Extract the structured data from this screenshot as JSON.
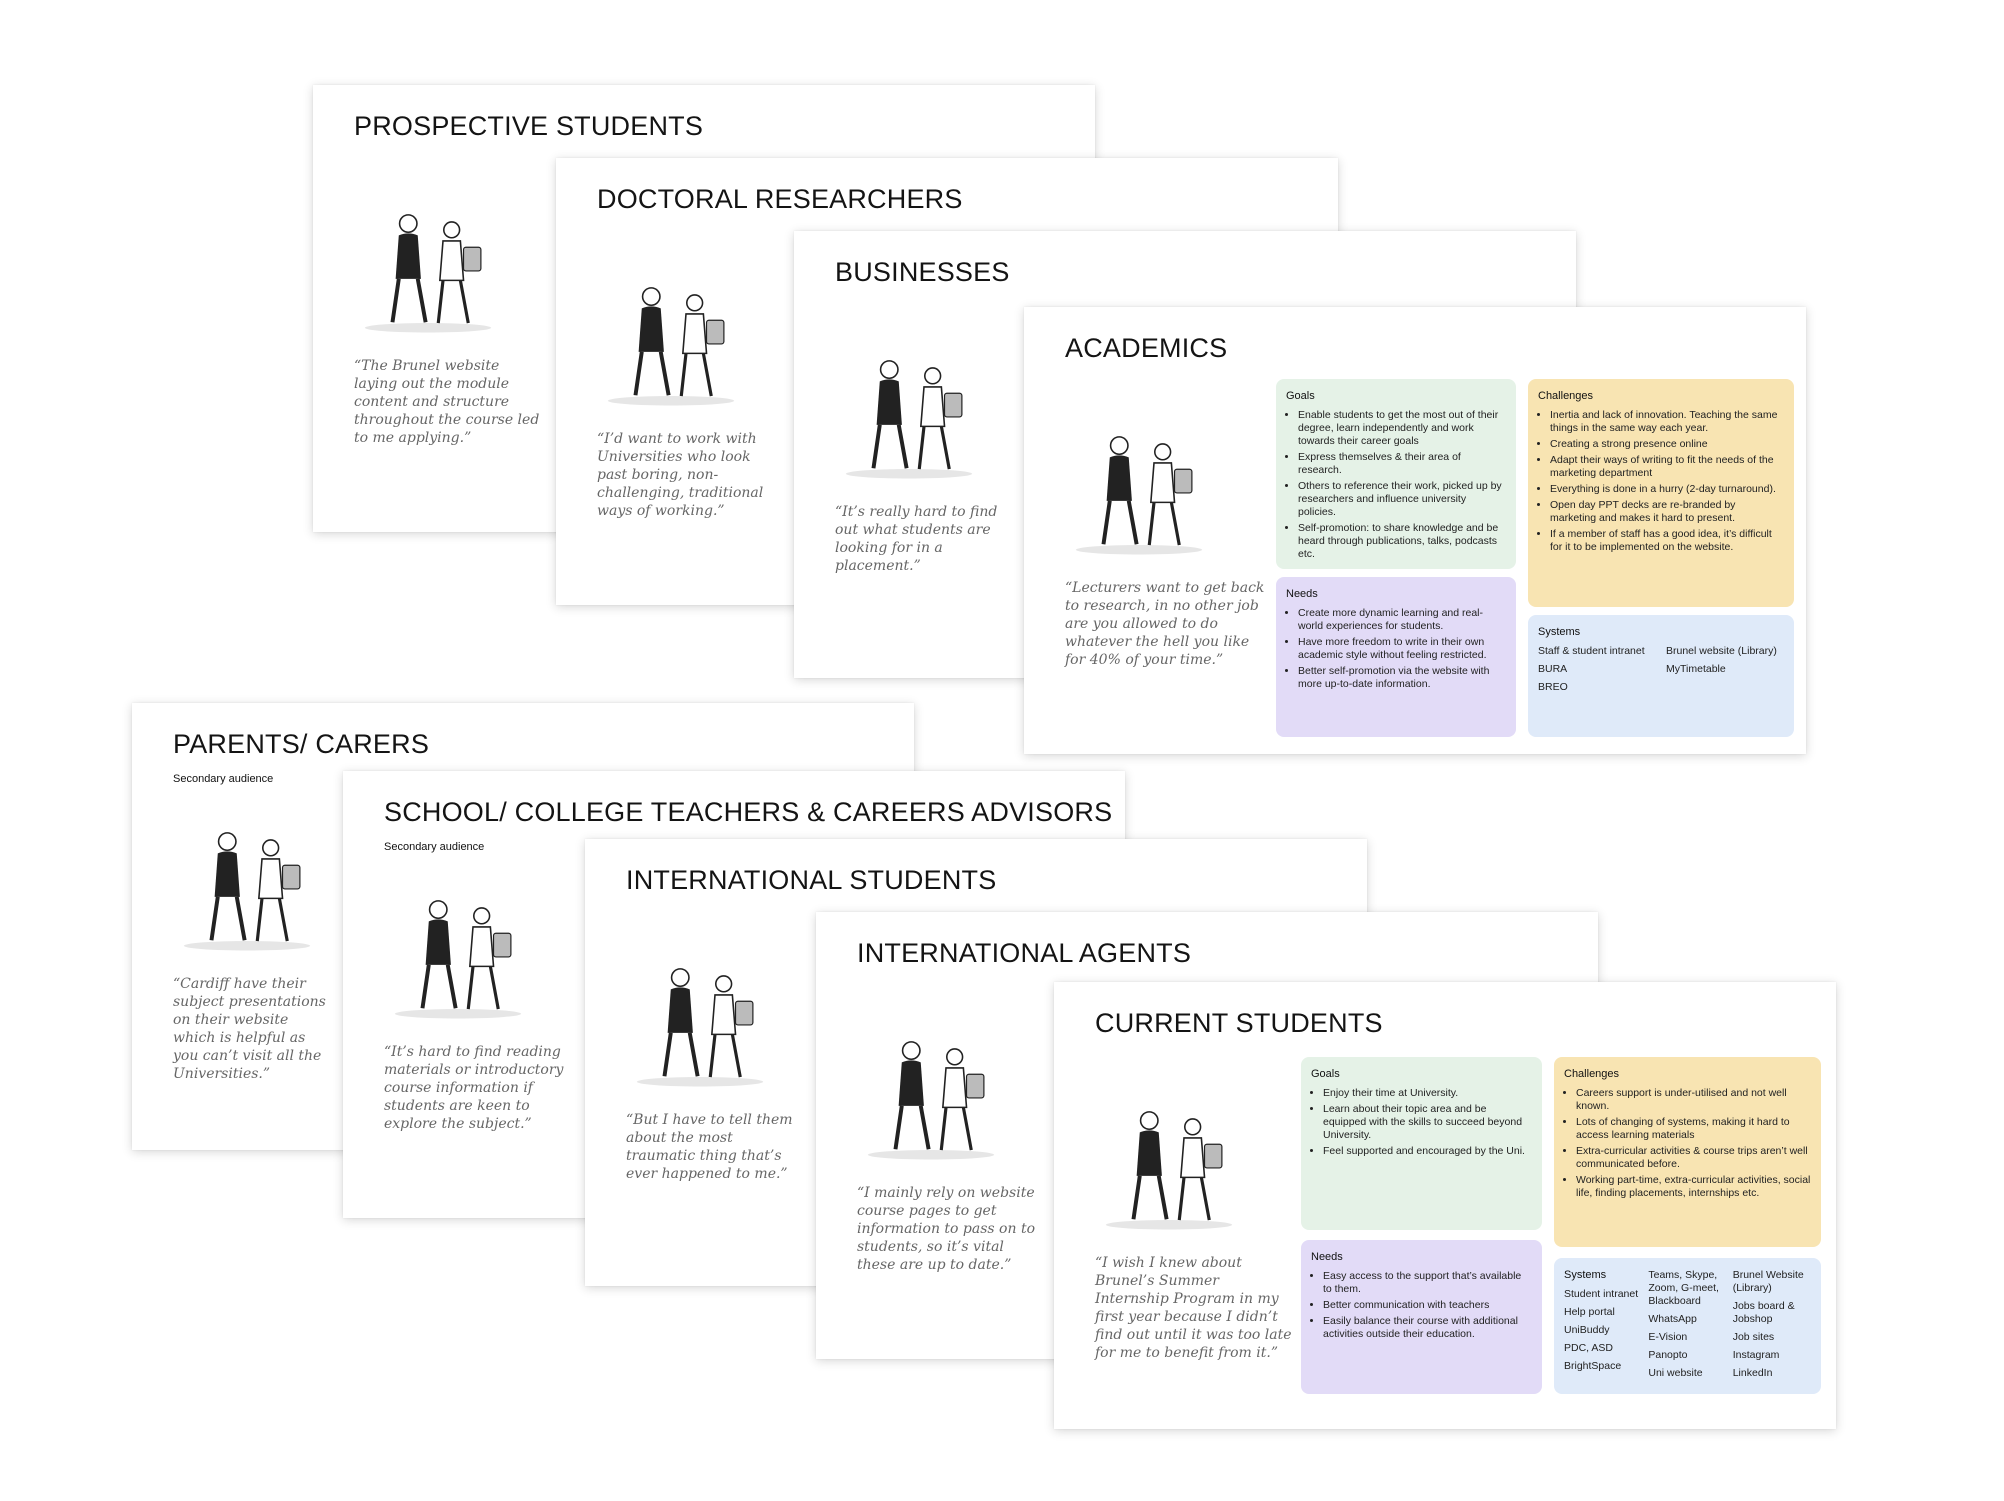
{
  "colors": {
    "goals": "#e5f2e7",
    "needs": "#e2dbf7",
    "challenges": "#f8e4b2",
    "systems": "#dfeaf9",
    "quote": "#666666"
  },
  "cards": [
    {
      "id": "prospective",
      "title": "PROSPECTIVE STUDENTS",
      "quote": "“The Brunel website laying out the module content and structure throughout the course led to me applying.”",
      "icon": "walking-people-icon"
    },
    {
      "id": "doctoral",
      "title": "DOCTORAL RESEARCHERS",
      "quote": "“I’d want to work with Universities who look past boring, non-challenging, traditional ways of working.”",
      "icon": "researcher-flask-icon"
    },
    {
      "id": "businesses",
      "title": "BUSINESSES",
      "quote": "“It’s really hard to find out what students are looking for in a placement.”",
      "icon": "business-people-icon"
    },
    {
      "id": "academics",
      "title": "ACADEMICS",
      "quote": "“Lecturers want to get back to research, in no other job are you allowed to do whatever the hell you like for 40% of your time.”",
      "icon": "academic-pencil-icon",
      "goals": {
        "heading": "Goals",
        "items": [
          "Enable students to get the most out of their degree, learn independently and work towards their career goals",
          "Express themselves & their area of research.",
          "Others to reference their work, picked up by researchers and influence university policies.",
          "Self-promotion: to share knowledge and be heard through publications, talks, podcasts etc."
        ]
      },
      "needs": {
        "heading": "Needs",
        "items": [
          "Create more dynamic learning and real-world experiences for students.",
          "Have more freedom to write in their own academic style without feeling restricted.",
          "Better self-promotion via the website with more up-to-date information."
        ]
      },
      "challenges": {
        "heading": "Challenges",
        "items": [
          "Inertia and lack of innovation. Teaching the same things in the same way each year.",
          "Creating a strong presence online",
          "Adapt their ways of writing to fit the needs of the marketing department",
          "Everything is done in a hurry (2-day turnaround).",
          "Open day PPT decks are re-branded by marketing and makes it hard to present.",
          "If a member of staff has a good idea, it’s difficult for it to be implemented on the website."
        ]
      },
      "systems": {
        "heading": "Systems",
        "columns": [
          [
            "Staff & student intranet",
            "BURA",
            "BREO"
          ],
          [
            "Brunel website (Library)",
            "MyTimetable"
          ]
        ]
      }
    },
    {
      "id": "parents",
      "title": "PARENTS/ CARERS",
      "subtitle": "Secondary audience",
      "quote": "“Cardiff have their subject presentations on their website which is helpful as you can’t visit all the Universities.”",
      "icon": "parent-pram-icon"
    },
    {
      "id": "school",
      "title": "SCHOOL/ COLLEGE TEACHERS & CAREERS ADVISORS",
      "subtitle": "Secondary audience",
      "quote": "“It’s hard to find reading materials or introductory course information if students are keen to explore the subject.”",
      "icon": "teacher-children-icon"
    },
    {
      "id": "intl",
      "title": "INTERNATIONAL STUDENTS",
      "quote": "“But I have to tell them about the most traumatic thing that’s ever happened to me.”",
      "icon": "traveller-suitcase-icon"
    },
    {
      "id": "agents",
      "title": "INTERNATIONAL AGENTS",
      "quote": "“I mainly rely on website course pages to get information to pass on to students, so it’s vital these are up to date.”",
      "icon": "agent-phone-icon"
    },
    {
      "id": "current",
      "title": "CURRENT  STUDENTS",
      "quote": "“I wish I knew about Brunel’s Summer Internship Program in my first year because I didn’t find out until it was too late for me to benefit from it.”",
      "icon": "students-laptop-icon",
      "goals": {
        "heading": "Goals",
        "items": [
          "Enjoy their time at University.",
          "Learn about their topic area and be equipped with the skills to succeed beyond University.",
          "Feel supported and encouraged by the Uni."
        ]
      },
      "needs": {
        "heading": "Needs",
        "items": [
          "Easy access to the support that’s available to them.",
          "Better communication with teachers",
          "Easily balance their course with additional activities outside their education."
        ]
      },
      "challenges": {
        "heading": "Challenges",
        "items": [
          "Careers support is under-utilised and not well known.",
          "Lots of changing of systems, making it hard to access learning materials",
          "Extra-curricular activities & course trips aren’t well communicated before.",
          "Working part-time, extra-curricular activities, social life, finding placements, internships etc."
        ]
      },
      "systems": {
        "heading": "Systems",
        "columns": [
          [
            "Student intranet",
            "Help portal",
            "UniBuddy",
            "PDC, ASD",
            "BrightSpace"
          ],
          [
            "Teams, Skype, Zoom, G-meet, Blackboard",
            "WhatsApp",
            "E-Vision",
            "Panopto",
            "Uni website"
          ],
          [
            "Brunel Website (Library)",
            "Jobs board & Jobshop",
            "Job sites",
            "Instagram",
            "LinkedIn"
          ]
        ]
      }
    }
  ]
}
